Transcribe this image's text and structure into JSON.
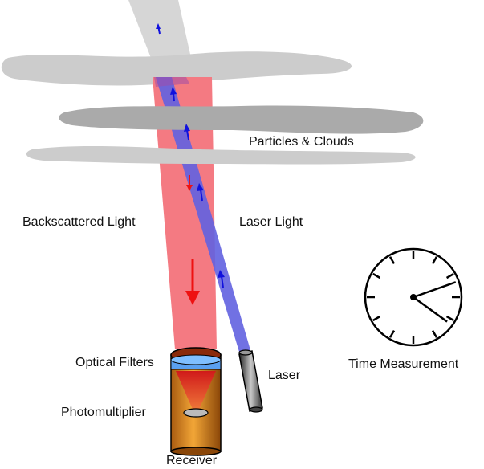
{
  "labels": {
    "particles_clouds": "Particles & Clouds",
    "backscattered_light": "Backscattered Light",
    "laser_light": "Laser Light",
    "optical_filters": "Optical Filters",
    "photomultiplier": "Photomultiplier",
    "receiver": "Receiver",
    "laser": "Laser",
    "time_measurement": "Time Measurement"
  },
  "colors": {
    "cloud": "#cccccc",
    "cloud_dark": "#aaaaaa",
    "backscatter_beam": "#f47a82",
    "laser_beam": "#6262e0",
    "arrow_red": "#ee1111",
    "arrow_blue": "#1111dd",
    "filter_blue": "#66aaff",
    "receiver_body": "#e89a2c",
    "clock_stroke": "#000000"
  },
  "clock": {
    "hour": 2,
    "minute": 21
  }
}
